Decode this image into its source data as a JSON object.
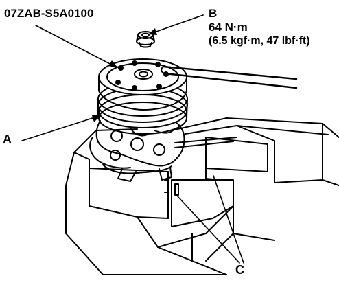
{
  "labels": {
    "tool": "07ZAB-S5A0100",
    "b": "B",
    "torque_nm": "64 N·m",
    "torque_alt": "(6.5 kgf·m, 47 lbf·ft)",
    "a": "A",
    "c": "C"
  },
  "colors": {
    "ink": "#000000",
    "paper": "#ffffff"
  }
}
